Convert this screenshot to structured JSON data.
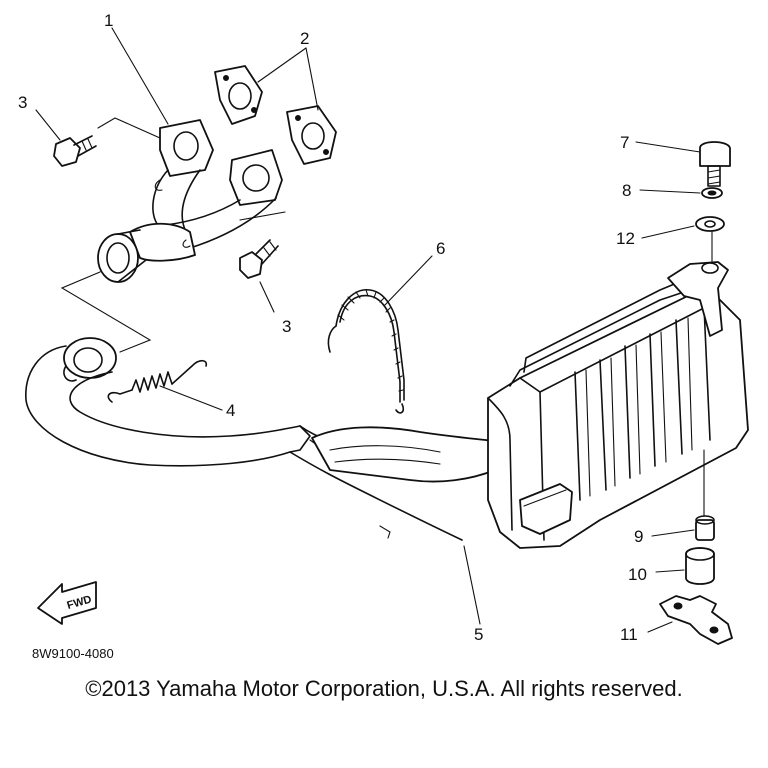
{
  "diagram_code": "8W9100-4080",
  "copyright": "©2013 Yamaha Motor Corporation, U.S.A. All rights reserved.",
  "fwd_marker": "FWD",
  "callouts": [
    {
      "id": "1",
      "text": "1"
    },
    {
      "id": "2",
      "text": "2"
    },
    {
      "id": "3a",
      "text": "3"
    },
    {
      "id": "3b",
      "text": "3"
    },
    {
      "id": "4",
      "text": "4"
    },
    {
      "id": "5",
      "text": "5"
    },
    {
      "id": "6",
      "text": "6"
    },
    {
      "id": "7",
      "text": "7"
    },
    {
      "id": "8",
      "text": "8"
    },
    {
      "id": "9",
      "text": "9"
    },
    {
      "id": "10",
      "text": "10"
    },
    {
      "id": "11",
      "text": "11"
    },
    {
      "id": "12",
      "text": "12"
    }
  ]
}
